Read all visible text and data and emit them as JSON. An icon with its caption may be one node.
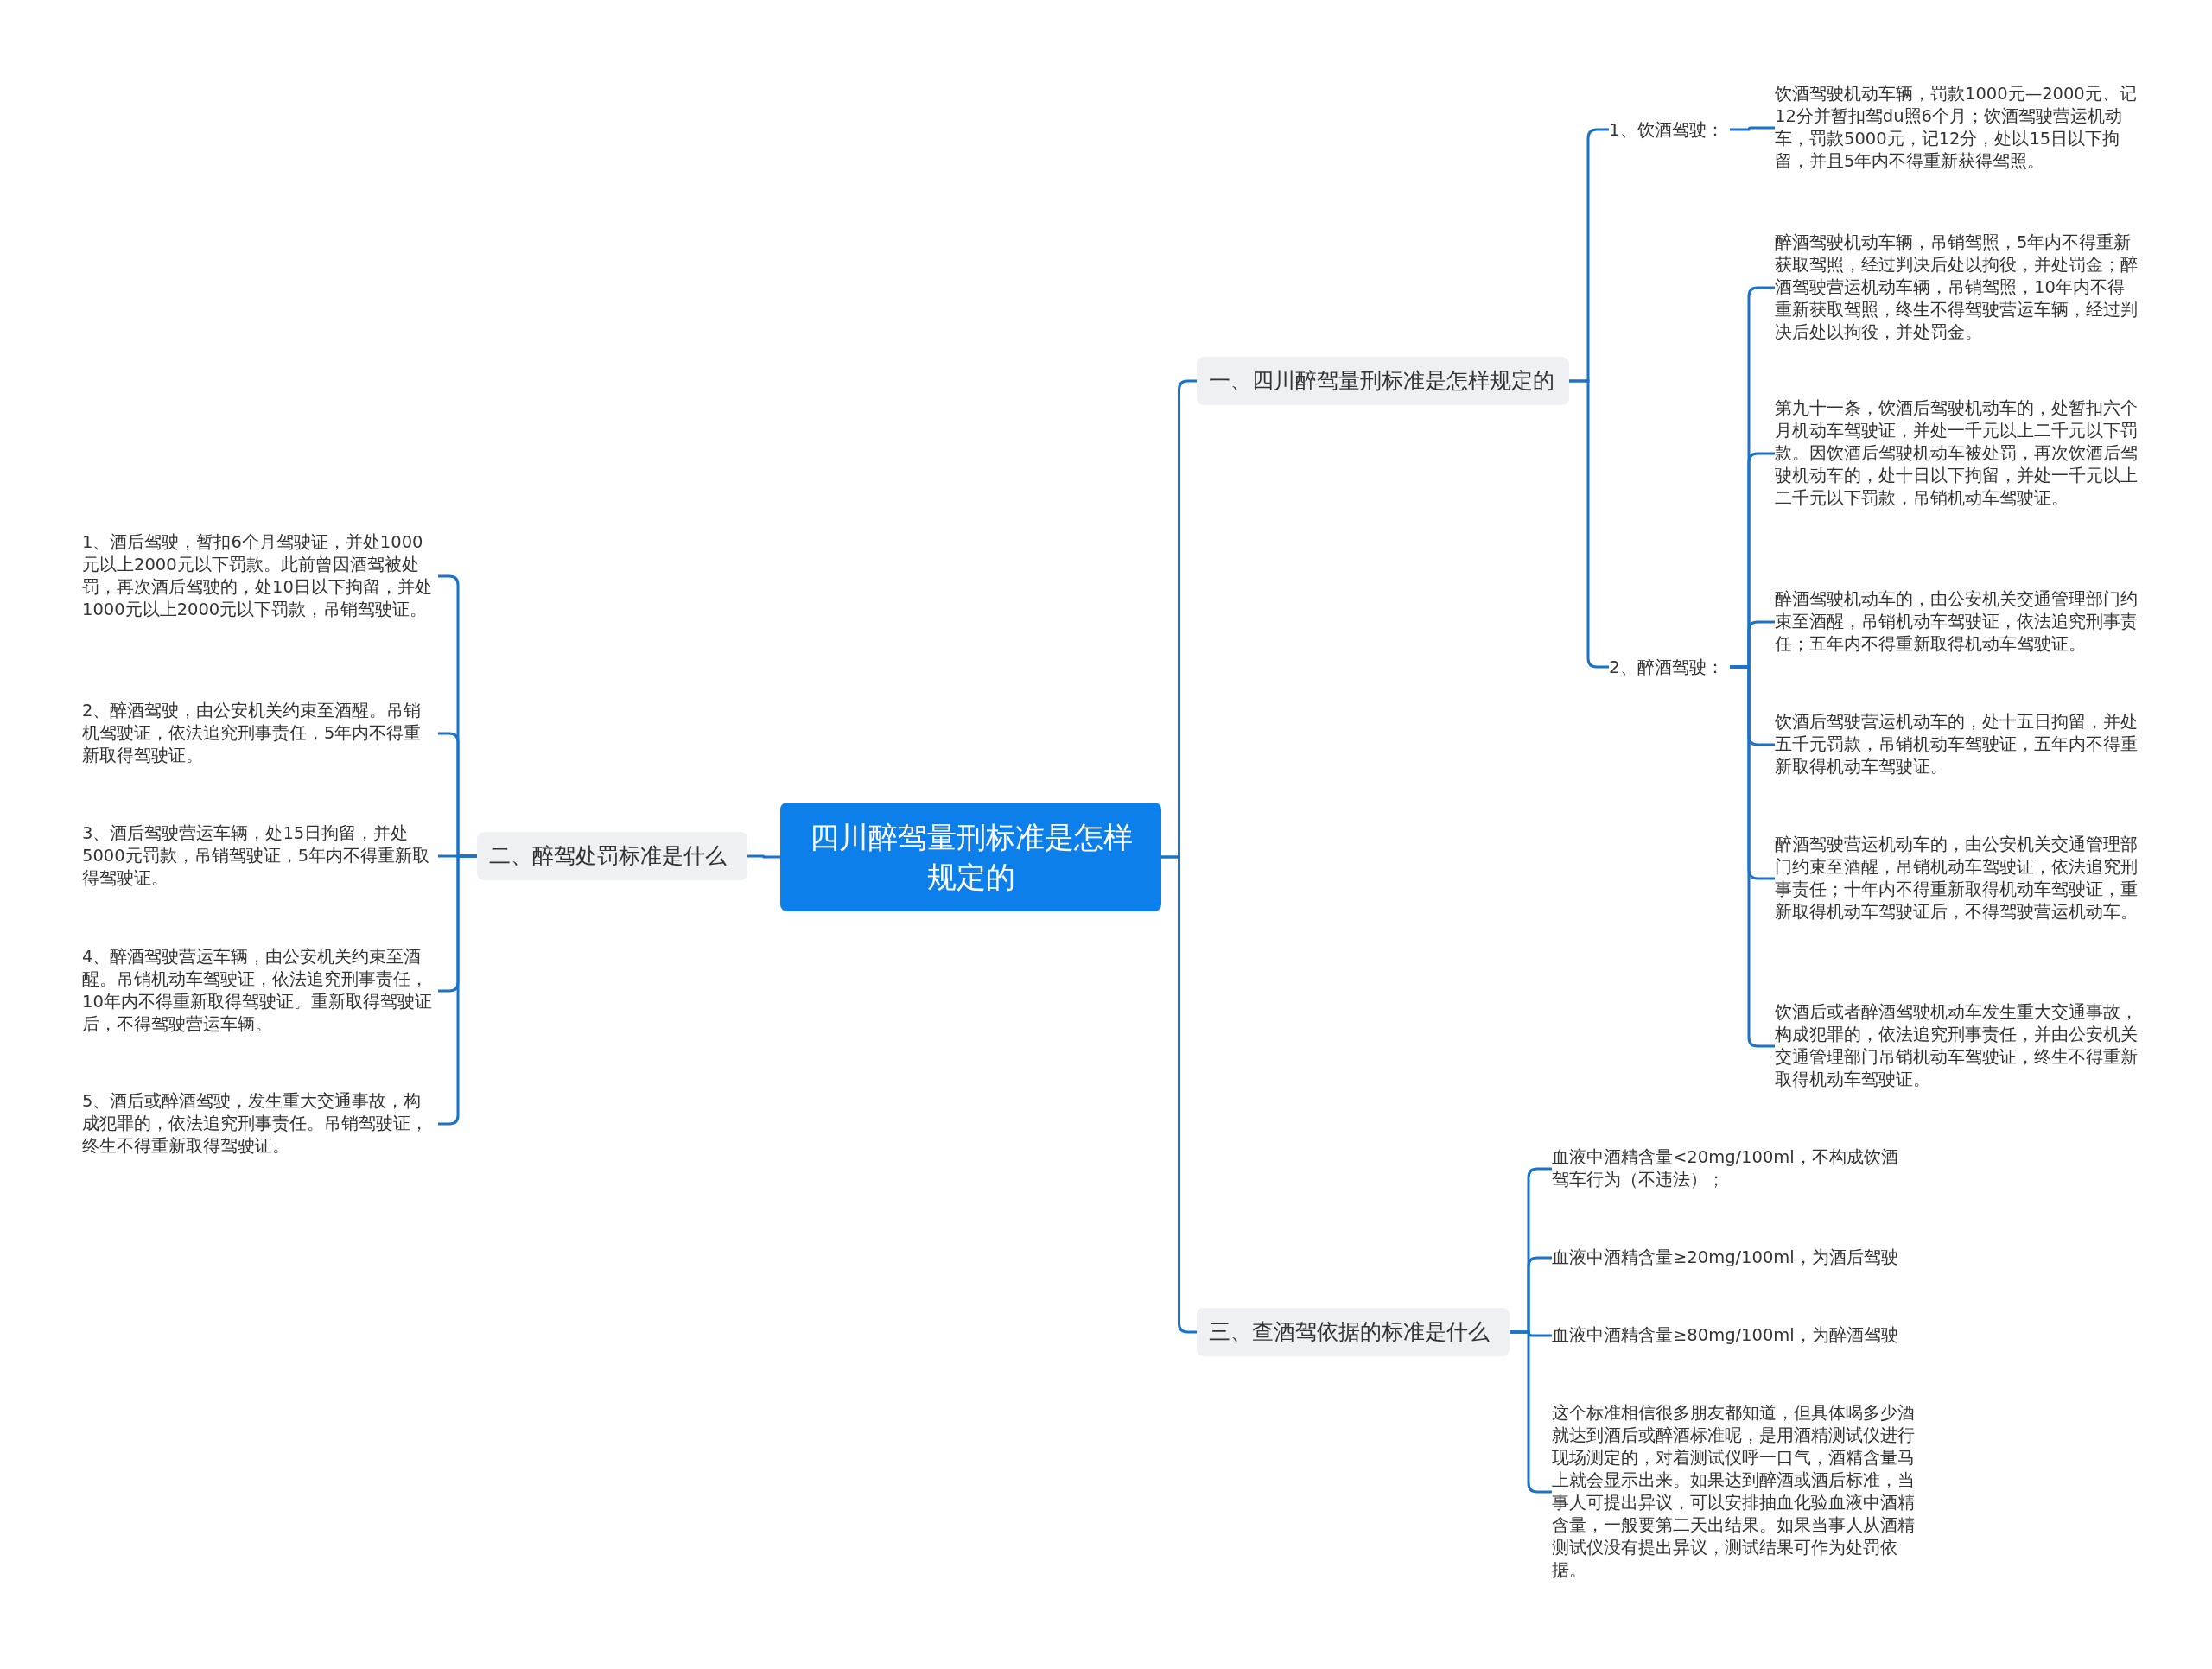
{
  "diagram": {
    "nodes": [
      {
        "text": [
          "四川醉驾量刑标准是怎样规定的"
        ]
      },
      {
        "text": [
          "一、四川醉驾量刑标准是怎样规定的"
        ]
      },
      {
        "text": [
          "1、饮酒驾驶："
        ]
      },
      {
        "text": [
          "饮酒驾驶机动车辆，罚款1000元—2000元、记12分并暂扣驾du照6个月；饮酒驾驶营运机动车，罚款5000元，记12分，处以15日以下拘留，并且5年内不得重新获得驾照。"
        ]
      },
      {
        "text": [
          "2、醉酒驾驶："
        ]
      },
      {
        "text": [
          "醉酒驾驶机动车辆，吊销驾照，5年内不得重新获取驾照，经过判决后处以拘役，并处罚金；醉酒驾驶营运机动车辆，吊销驾照，10年内不得重新获取驾照，终生不得驾驶营运车辆，经过判决后处以拘役，并处罚金。"
        ]
      },
      {
        "text": [
          "第九十一条，饮酒后驾驶机动车的，处暂扣六个月机动车驾驶证，并处一千元以上二千元以下罚款。因饮酒后驾驶机动车被处罚，再次饮酒后驾驶机动车的，处十日以下拘留，并处一千元以上二千元以下罚款，吊销机动车驾驶证。"
        ]
      },
      {
        "text": [
          "醉酒驾驶机动车的，由公安机关交通管理部门约束至酒醒，吊销机动车驾驶证，依法追究刑事责任；五年内不得重新取得机动车驾驶证。"
        ]
      },
      {
        "text": [
          "饮酒后驾驶营运机动车的，处十五日拘留，并处五千元罚款，吊销机动车驾驶证，五年内不得重新取得机动车驾驶证。"
        ]
      },
      {
        "text": [
          "醉酒驾驶营运机动车的，由公安机关交通管理部门约束至酒醒，吊销机动车驾驶证，依法追究刑事责任；十年内不得重新取得机动车驾驶证，重新取得机动车驾驶证后，不得驾驶营运机动车。"
        ]
      },
      {
        "text": [
          "饮酒后或者醉酒驾驶机动车发生重大交通事故，构成犯罪的，依法追究刑事责任，并由公安机关交通管理部门吊销机动车驾驶证，终生不得重新取得机动车驾驶证。"
        ]
      },
      {
        "text": [
          "二、醉驾处罚标准是什么"
        ]
      },
      {
        "text": [
          "1、酒后驾驶，暂扣6个月驾驶证，并处1000元以上2000元以下罚款。此前曾因酒驾被处罚，再次酒后驾驶的，处10日以下拘留，并处1000元以上2000元以下罚款，吊销驾驶证。"
        ]
      },
      {
        "text": [
          "2、醉酒驾驶，由公安机关约束至酒醒。吊销机驾驶证，依法追究刑事责任，5年内不得重新取得驾驶证。"
        ]
      },
      {
        "text": [
          "3、酒后驾驶营运车辆，处15日拘留，并处5000元罚款，吊销驾驶证，5年内不得重新取得驾驶证。"
        ]
      },
      {
        "text": [
          "4、醉酒驾驶营运车辆，由公安机关约束至酒醒。吊销机动车驾驶证，依法追究刑事责任，10年内不得重新取得驾驶证。重新取得驾驶证后，不得驾驶营运车辆。"
        ]
      },
      {
        "text": [
          "5、酒后或醉酒驾驶，发生重大交通事故，构成犯罪的，依法追究刑事责任。吊销驾驶证，终生不得重新取得驾驶证。"
        ]
      },
      {
        "text": [
          "三、查酒驾依据的标准是什么"
        ]
      },
      {
        "text": [
          "血液中酒精含量<20mg/100ml，不构成饮酒驾车行为（不违法）；"
        ]
      },
      {
        "text": [
          "血液中酒精含量≥20mg/100ml，为酒后驾驶"
        ]
      },
      {
        "text": [
          "血液中酒精含量≥80mg/100ml，为醉酒驾驶"
        ]
      },
      {
        "text": [
          "这个标准相信很多朋友都知道，但具体喝多少酒就达到酒后或醉酒标准呢，是用酒精测试仪进行现场测定的，对着测试仪呼一口气，酒精含量马上就会显示出来。如果达到醉酒或酒后标准，当事人可提出异议，可以安排抽血化验血液中酒精含量，一般要第二天出结果。如果当事人从酒精测试仪没有提出异议，测试结果可作为处罚依据。"
        ]
      }
    ],
    "edges": [
      {
        "from": 0,
        "to": 1,
        "arrow": "none"
      },
      {
        "from": 1,
        "to": 2,
        "arrow": "none"
      },
      {
        "from": 2,
        "to": 3,
        "arrow": "none"
      },
      {
        "from": 1,
        "to": 4,
        "arrow": "none"
      },
      {
        "from": 4,
        "to": 5,
        "arrow": "none"
      },
      {
        "from": 4,
        "to": 6,
        "arrow": "none"
      },
      {
        "from": 4,
        "to": 7,
        "arrow": "none"
      },
      {
        "from": 4,
        "to": 8,
        "arrow": "none"
      },
      {
        "from": 4,
        "to": 9,
        "arrow": "none"
      },
      {
        "from": 4,
        "to": 10,
        "arrow": "none"
      },
      {
        "from": 0,
        "to": 11,
        "arrow": "none"
      },
      {
        "from": 11,
        "to": 12,
        "arrow": "none"
      },
      {
        "from": 11,
        "to": 13,
        "arrow": "none"
      },
      {
        "from": 11,
        "to": 14,
        "arrow": "none"
      },
      {
        "from": 11,
        "to": 15,
        "arrow": "none"
      },
      {
        "from": 11,
        "to": 16,
        "arrow": "none"
      },
      {
        "from": 0,
        "to": 17,
        "arrow": "none"
      },
      {
        "from": 17,
        "to": 18,
        "arrow": "none"
      },
      {
        "from": 17,
        "to": 19,
        "arrow": "none"
      },
      {
        "from": 17,
        "to": 20,
        "arrow": "none"
      },
      {
        "from": 17,
        "to": 21,
        "arrow": "none"
      }
    ]
  }
}
